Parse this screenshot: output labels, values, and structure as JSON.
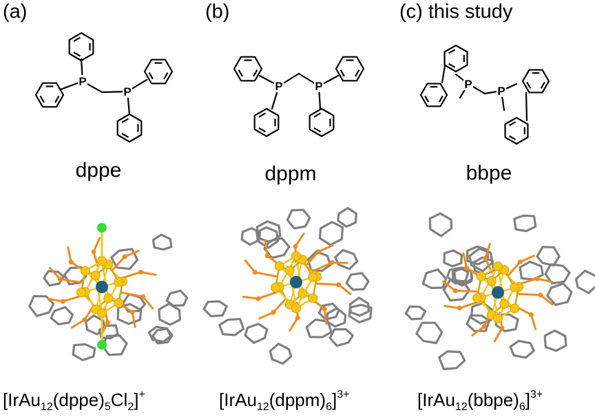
{
  "panels": [
    {
      "label": "(a)",
      "ligand": "dppe",
      "formula": {
        "a": "[IrAu",
        "s1": "12",
        "b": "(dppe)",
        "s2": "5",
        "c": "Cl",
        "s3": "2",
        "d": "]",
        "charge": "+"
      }
    },
    {
      "label": "(b)",
      "ligand": "dppm",
      "formula": {
        "a": "[IrAu",
        "s1": "12",
        "b": "(dppm)",
        "s2": "6",
        "d": "]",
        "charge": "3+"
      }
    },
    {
      "label": "(c) this study",
      "ligand": "bbpe",
      "formula": {
        "a": "[IrAu",
        "s1": "12",
        "b": "(bbpe)",
        "s2": "6",
        "d": "]",
        "charge": "3+"
      }
    }
  ],
  "atoms": {
    "p": "P"
  },
  "colors": {
    "bond": "#000000",
    "gold": "#f5c518",
    "gold_dark": "#d9a400",
    "iridium": "#1f5f7f",
    "phosphorus": "#f08c1e",
    "chlorine": "#33dd33",
    "carbon": "#808080"
  }
}
